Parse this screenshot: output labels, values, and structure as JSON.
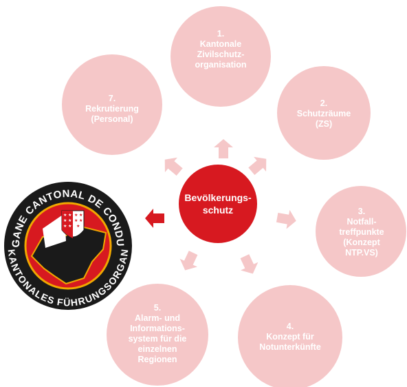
{
  "center": {
    "label": "Bevölkerungs-\nschutz",
    "color": "#d71920"
  },
  "node_color": "#f5c7c8",
  "arrow_light": "#f5c7c8",
  "arrow_dark": "#d71920",
  "nodes": [
    {
      "label": "1.\nKantonale\nZivilschutz-\norganisation"
    },
    {
      "label": "2.\nSchutzräume\n(ZS)"
    },
    {
      "label": "3.\nNotfall-\ntreffpunkte\n(Konzept\nNTP.VS)"
    },
    {
      "label": "4.\nKonzept für\nNotunterkünfte"
    },
    {
      "label": "5.\nAlarm- und\nInformations-\nsystem für die\neinzelnen\nRegionen"
    },
    {
      "label": "7.\nRekrutierung\n(Personal)"
    }
  ],
  "logo": {
    "top_text": "ORGANE CANTONAL DE CONDUITE",
    "bottom_text": "KANTONALES FÜHRUNGSORGAN",
    "colors": {
      "ring": "#1a1a1a",
      "red": "#d71920",
      "gold": "#f0a800",
      "white": "#ffffff"
    }
  }
}
